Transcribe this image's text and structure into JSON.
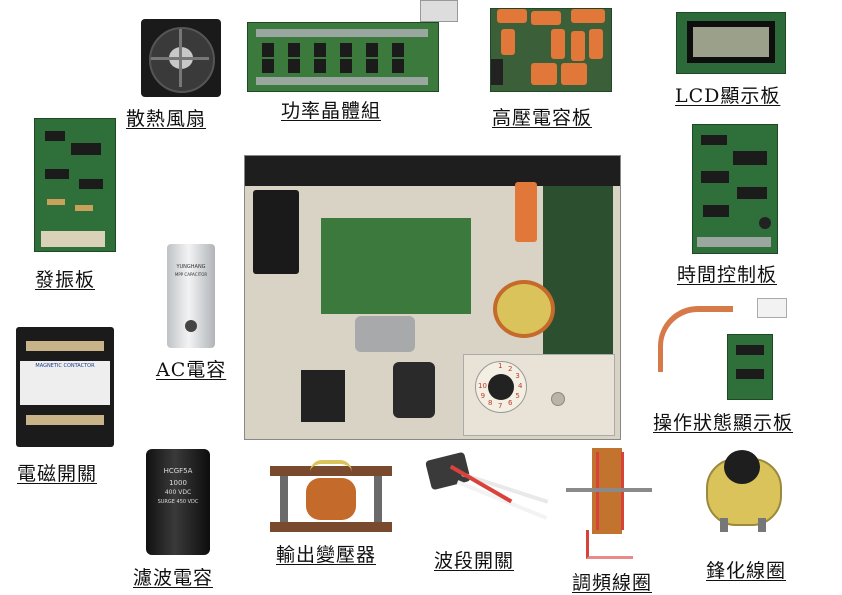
{
  "labels": {
    "fan": "散熱風扇",
    "power_transistors": "功率晶體組",
    "hv_capacitor_board": "高壓電容板",
    "lcd_board": "LCD顯示板",
    "oscillator_board": "發振板",
    "timer_board": "時間控制板",
    "ac_capacitor": "AC電容",
    "status_board": "操作狀態顯示板",
    "contactor": "電磁開關",
    "filter_capacitor": "濾波電容",
    "output_transformer": "輸出變壓器",
    "band_switch": "波段開關",
    "tuning_coil": "調頻線圈",
    "ferrite_coil": "鋒化線圈"
  },
  "printed": {
    "ac_cap_brand": "YUNGHANG",
    "ac_cap_type": "MPP CAPACITOR",
    "contactor_brand": "MAGNETIC CONTACTOR",
    "filter_cap_brand": "HCGF5A",
    "filter_cap_value": "1000",
    "filter_cap_voltage": "400 VDC",
    "filter_cap_surge": "SURGE 450 VDC",
    "dial_numbers": [
      "1",
      "2",
      "3",
      "4",
      "5",
      "6",
      "7",
      "8",
      "9",
      "10"
    ]
  },
  "colors": {
    "pcb_green": "#2f6f3a",
    "chassis": "#d8d3c5",
    "orange_capacitor": "#e2773a",
    "transformer_copper": "#c46a2a",
    "coil_yellow": "#d9c35a"
  }
}
